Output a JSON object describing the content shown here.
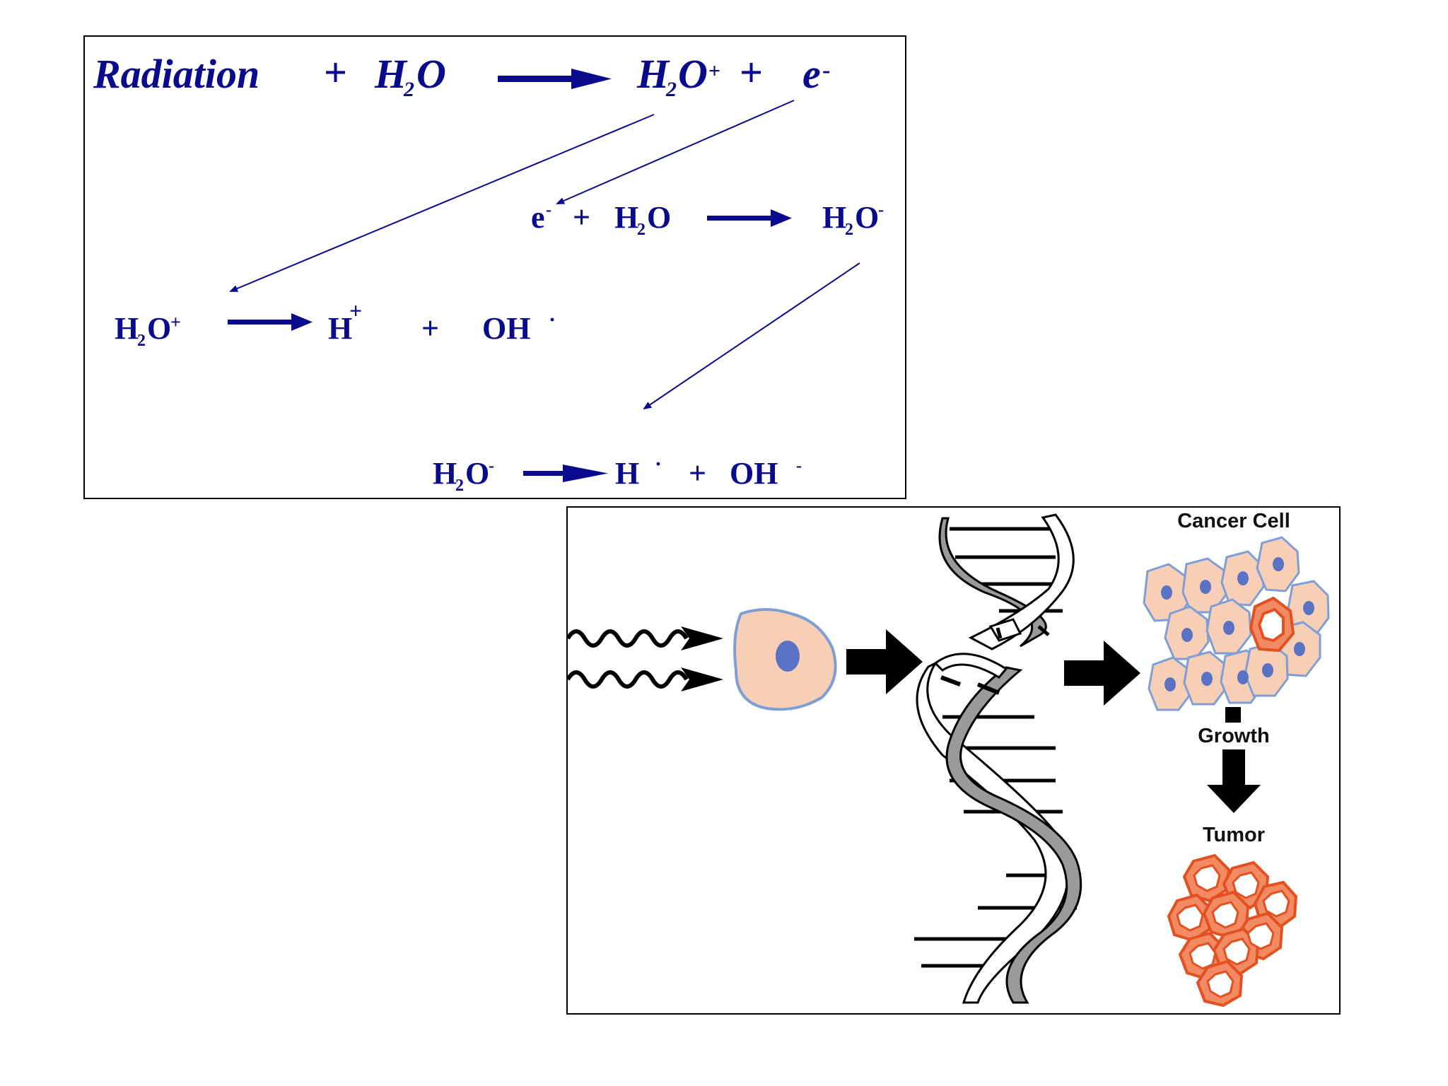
{
  "colors": {
    "reaction_text": "#0a0a8c",
    "cell_fill": "#f7cfb6",
    "cell_border": "#7f9ed6",
    "nucleus": "#5a72c4",
    "cancer_fill": "#f28a63",
    "cancer_border": "#e2511f"
  },
  "reactions": {
    "top": {
      "radiation": "Radiation",
      "plus1": "+",
      "water_H": "H",
      "water_2": "2",
      "water_O": "O",
      "ion_H": "H",
      "ion_2": "2",
      "ion_O": "O",
      "ion_plus": "+",
      "plus2": "+",
      "electron": "e",
      "electron_minus": "-"
    },
    "electron_capture": {
      "e": "e",
      "e_minus": "-",
      "plus": "+",
      "water_H": "H",
      "water_2": "2",
      "water_O": "O",
      "product_H": "H",
      "product_2": "2",
      "product_O": "O",
      "product_minus": "-"
    },
    "ion_dissociation": {
      "reactant_H": "H",
      "reactant_2": "2",
      "reactant_O": "O",
      "reactant_plus": "+",
      "H": "H",
      "H_plus": "+",
      "plus": "+",
      "OH": "OH",
      "OH_dot": "·"
    },
    "anion_dissociation": {
      "reactant_H": "H",
      "reactant_2": "2",
      "reactant_O": "O",
      "reactant_minus": "-",
      "H": "H",
      "H_dot": "·",
      "plus": "+",
      "OH": "OH",
      "OH_minus": "-"
    }
  },
  "bio": {
    "cancer_cell_label": "Cancer Cell",
    "growth_label": "Growth",
    "tumor_label": "Tumor"
  }
}
